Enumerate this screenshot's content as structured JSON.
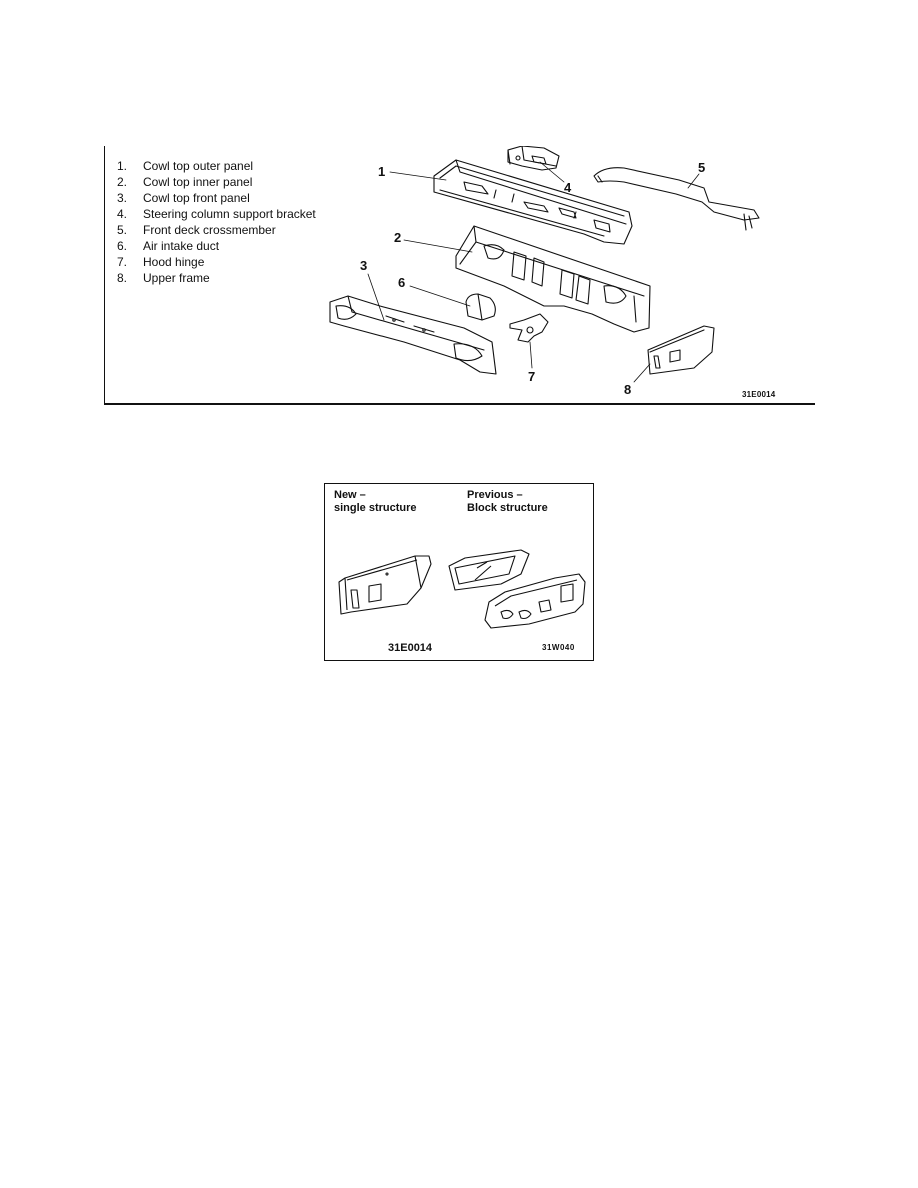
{
  "figure1": {
    "legend": [
      {
        "num": "1.",
        "label": "Cowl top outer panel"
      },
      {
        "num": "2.",
        "label": "Cowl top inner panel"
      },
      {
        "num": "3.",
        "label": "Cowl top front panel"
      },
      {
        "num": "4.",
        "label": "Steering column support bracket"
      },
      {
        "num": "5.",
        "label": "Front deck crossmember"
      },
      {
        "num": "6.",
        "label": "Air intake duct"
      },
      {
        "num": "7.",
        "label": "Hood hinge"
      },
      {
        "num": "8.",
        "label": "Upper frame"
      }
    ],
    "callouts": [
      "1",
      "2",
      "3",
      "4",
      "5",
      "6",
      "7",
      "8"
    ],
    "code": "31E0014"
  },
  "figure2": {
    "new_heading": [
      "New –",
      "single structure"
    ],
    "previous_heading": [
      "Previous –",
      "Block structure"
    ],
    "new_code": "31E0014",
    "previous_code": "31W040"
  }
}
